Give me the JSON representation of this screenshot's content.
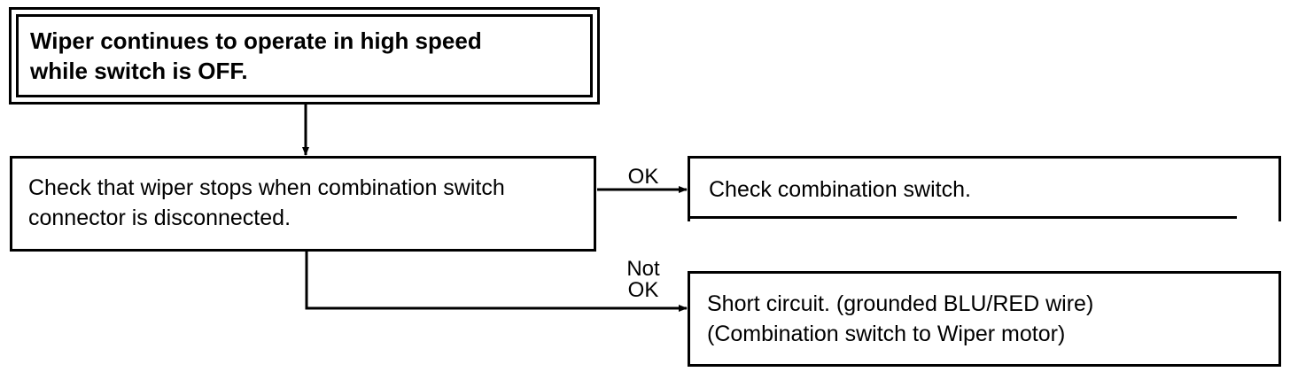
{
  "start_box": {
    "text": "Wiper continues to operate in high speed\nwhile switch is OFF."
  },
  "check_box": {
    "text": "Check that wiper stops when combination switch\nconnector is disconnected."
  },
  "ok_branch": {
    "label": "OK",
    "result": "Check combination switch."
  },
  "not_ok_branch": {
    "label": "Not\nOK",
    "result": "Short circuit. (grounded BLU/RED wire)\n(Combination switch to Wiper motor)"
  }
}
